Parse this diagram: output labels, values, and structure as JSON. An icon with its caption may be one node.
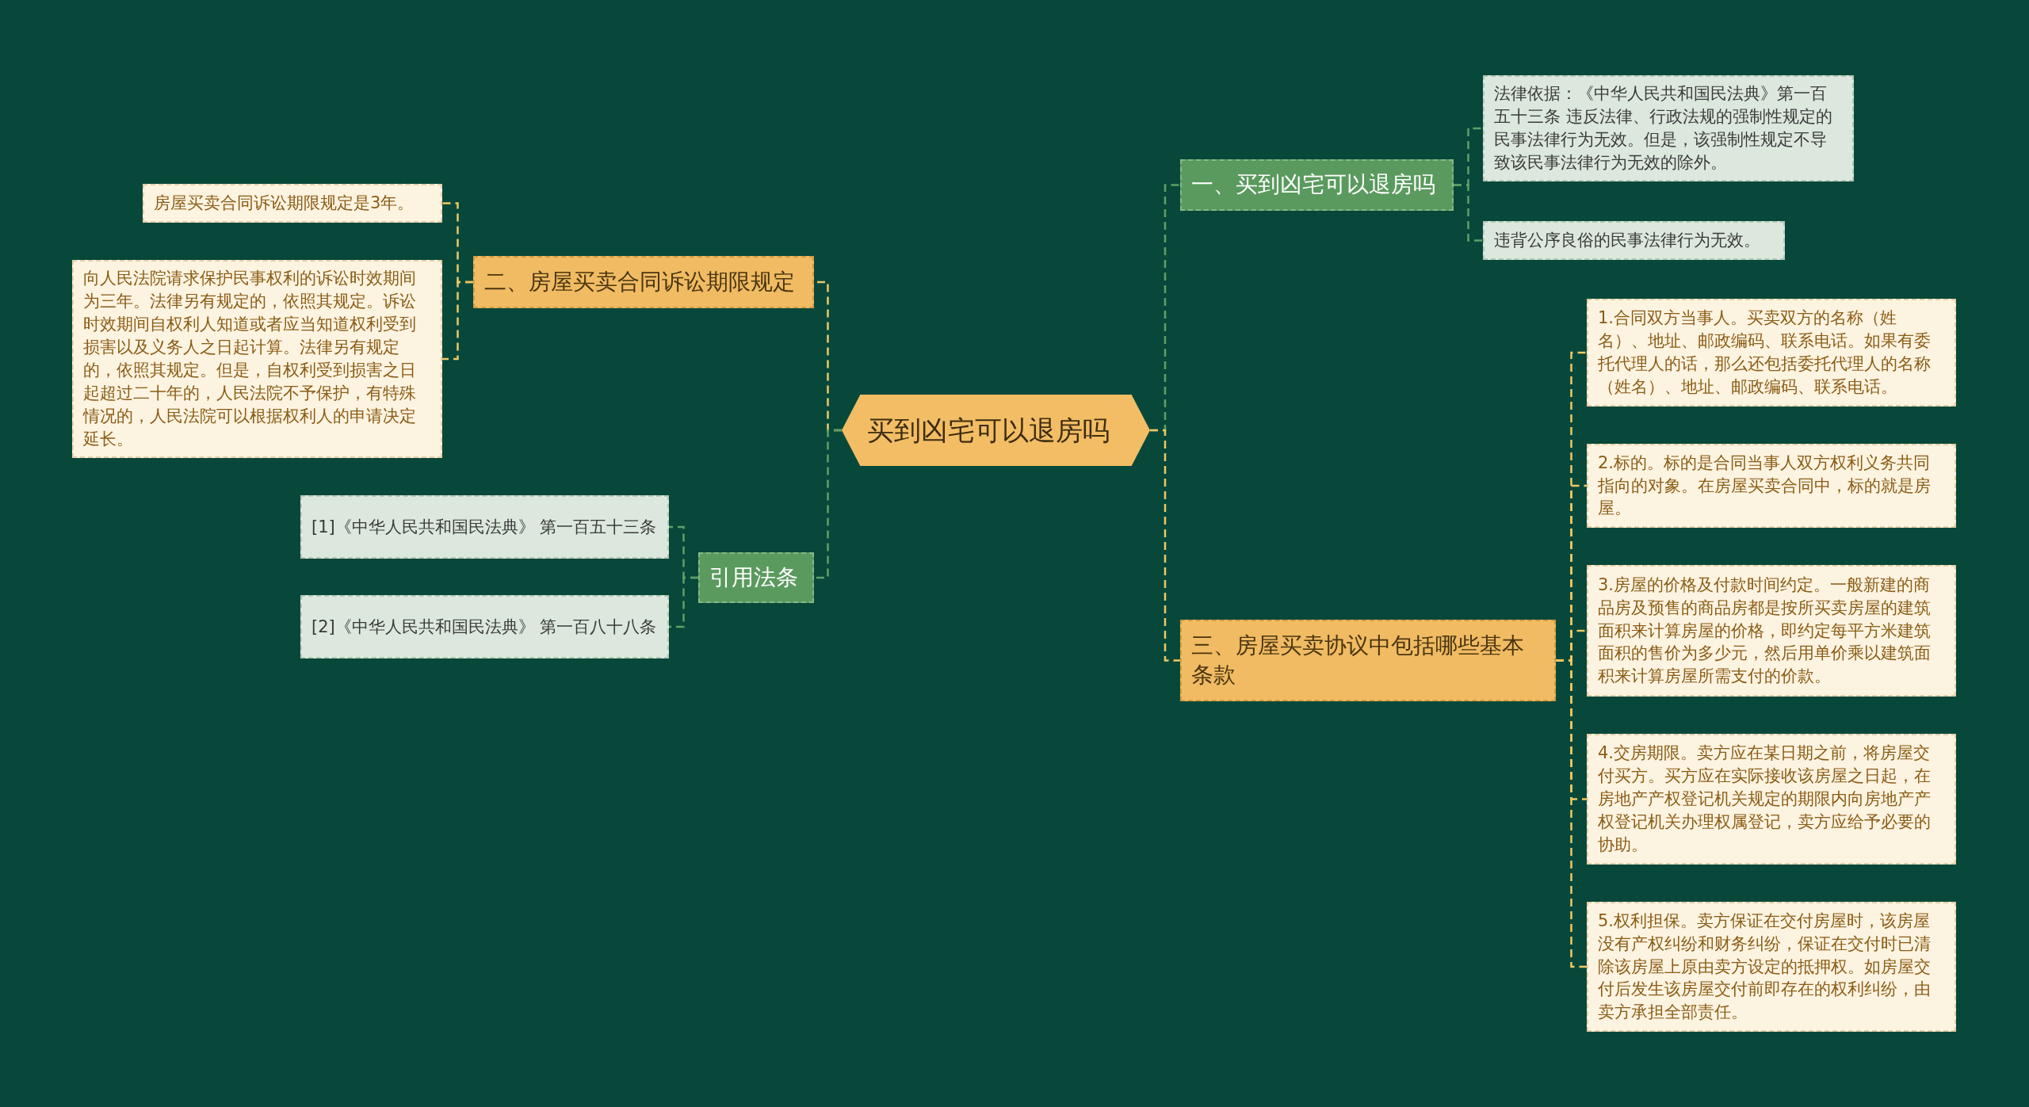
{
  "diagram": {
    "nodes": [
      {
        "text": [
          "买到凶宅可以退房吗"
        ]
      },
      {
        "text": [
          "一、买到凶宅可以退房吗"
        ]
      },
      {
        "text": [
          "法律依据：《中华人民共和国民法典》第一百五十三条 违反法律、行政法规的强制性规定的民事法律行为无效。但是，该强制性规定不导致该民事法律行为无效的除外。"
        ]
      },
      {
        "text": [
          "违背公序良俗的民事法律行为无效。"
        ]
      },
      {
        "text": [
          "二、房屋买卖合同诉讼期限规定"
        ]
      },
      {
        "text": [
          "房屋买卖合同诉讼期限规定是3年。"
        ]
      },
      {
        "text": [
          "向人民法院请求保护民事权利的诉讼时效期间为三年。法律另有规定的，依照其规定。诉讼时效期间自权利人知道或者应当知道权利受到损害以及义务人之日起计算。法律另有规定的，依照其规定。但是，自权利受到损害之日起超过二十年的，人民法院不予保护，有特殊情况的，人民法院可以根据权利人的申请决定延长。"
        ]
      },
      {
        "text": [
          "引用法条"
        ]
      },
      {
        "text": [
          "[1]《中华人民共和国民法典》 第一百五十三条"
        ]
      },
      {
        "text": [
          "[2]《中华人民共和国民法典》 第一百八十八条"
        ]
      },
      {
        "text": [
          "三、房屋买卖协议中包括哪些基本条款"
        ]
      },
      {
        "text": [
          "1.合同双方当事人。买卖双方的名称（姓名）、地址、邮政编码、联系电话。如果有委托代理人的话，那么还包括委托代理人的名称（姓名）、地址、邮政编码、联系电话。"
        ]
      },
      {
        "text": [
          "2.标的。标的是合同当事人双方权利义务共同指向的对象。在房屋买卖合同中，标的就是房屋。"
        ]
      },
      {
        "text": [
          "3.房屋的价格及付款时间约定。一般新建的商品房及预售的商品房都是按所买卖房屋的建筑面积来计算房屋的价格，即约定每平方米建筑面积的售价为多少元，然后用单价乘以建筑面积来计算房屋所需支付的价款。"
        ]
      },
      {
        "text": [
          "4.交房期限。卖方应在某日期之前，将房屋交付买方。买方应在实际接收该房屋之日起，在房地产产权登记机关规定的期限内向房地产产权登记机关办理权属登记，卖方应给予必要的协助。"
        ]
      },
      {
        "text": [
          "5.权利担保。卖方保证在交付房屋时，该房屋没有产权纠纷和财务纠纷，保证在交付时已清除该房屋上原由卖方设定的抵押权。如房屋交付后发生该房屋交付前即存在的权利纠纷，由卖方承担全部责任。"
        ]
      }
    ],
    "edges": [
      {
        "from": 0,
        "to": 1,
        "arrow": "none",
        "style": "dashed",
        "color": "#5f9f66"
      },
      {
        "from": 1,
        "to": 2,
        "arrow": "none",
        "style": "dashed",
        "color": "#5f9f66"
      },
      {
        "from": 1,
        "to": 3,
        "arrow": "none",
        "style": "dashed",
        "color": "#5f9f66"
      },
      {
        "from": 0,
        "to": 4,
        "arrow": "none",
        "style": "dashed"
      },
      {
        "from": 4,
        "to": 5,
        "arrow": "none",
        "style": "dashed"
      },
      {
        "from": 4,
        "to": 6,
        "arrow": "none",
        "style": "dashed"
      },
      {
        "from": 0,
        "to": 7,
        "arrow": "none",
        "style": "dashed",
        "color": "#5f9f66"
      },
      {
        "from": 7,
        "to": 8,
        "arrow": "none",
        "style": "dashed",
        "color": "#5f9f66"
      },
      {
        "from": 7,
        "to": 9,
        "arrow": "none",
        "style": "dashed",
        "color": "#5f9f66"
      },
      {
        "from": 0,
        "to": 10,
        "arrow": "none",
        "style": "dashed"
      },
      {
        "from": 10,
        "to": 11,
        "arrow": "none",
        "style": "dashed"
      },
      {
        "from": 10,
        "to": 12,
        "arrow": "none",
        "style": "dashed"
      },
      {
        "from": 10,
        "to": 13,
        "arrow": "none",
        "style": "dashed"
      },
      {
        "from": 10,
        "to": 14,
        "arrow": "none",
        "style": "dashed"
      },
      {
        "from": 10,
        "to": 15,
        "arrow": "none",
        "style": "dashed"
      }
    ]
  }
}
